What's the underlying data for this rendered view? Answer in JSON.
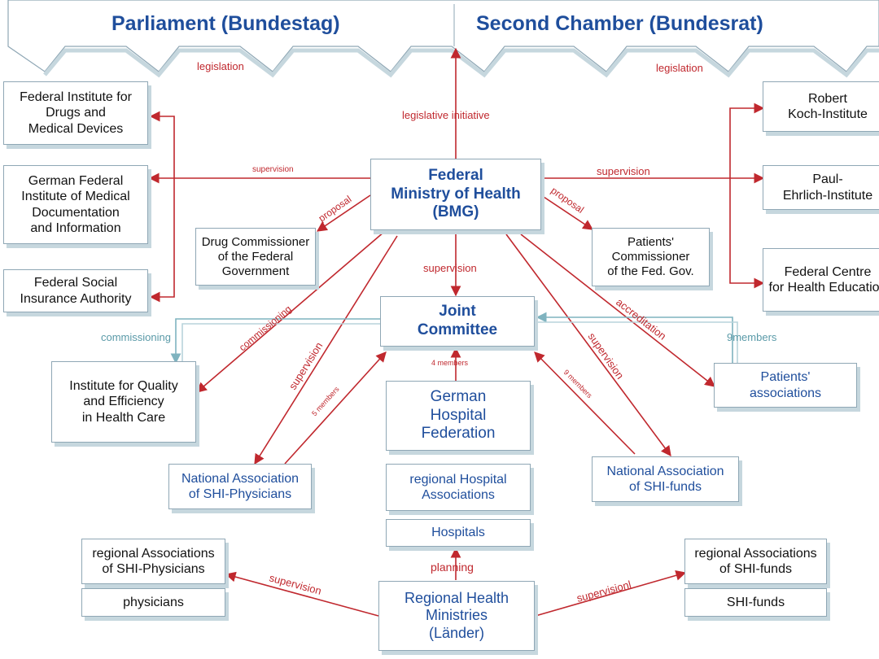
{
  "header": {
    "parliament": "Parliament (Bundestag)",
    "second_chamber": "Second Chamber (Bundesrat)"
  },
  "nodes": {
    "bmg": "Federal\nMinistry of Health\n(BMG)",
    "bfarm": "Federal Institute for\nDrugs and\nMedical Devices",
    "dimdi": "German Federal\nInstitute of Medical\nDocumentation\nand Information",
    "bva": "Federal Social\nInsurance Authority",
    "rki": "Robert\nKoch-Institute",
    "pei": "Paul-\nEhrlich-Institute",
    "bzga": "Federal Centre\nfor Health Education",
    "drug_commissioner": "Drug Commissioner\nof the Federal\nGovernment",
    "patients_commissioner": "Patients'\nCommissioner\nof the Fed. Gov.",
    "joint_committee": "Joint\nCommittee",
    "iqwig": "Institute for Quality\nand Efficiency\nin Health Care",
    "patients_associations": "Patients'\nassociations",
    "hospital_federation": "German\nHospital\nFederation",
    "regional_hospital_assoc": "regional Hospital\nAssociations",
    "hospitals": "Hospitals",
    "kbv": "National Association\nof SHI-Physicians",
    "gkv": "National Association\nof SHI-funds",
    "regional_shi_physicians": "regional Associations\nof SHI-Physicians",
    "physicians": "physicians",
    "regional_shi_funds": "regional Associations\nof SHI-funds",
    "shi_funds": "SHI-funds",
    "regional_ministries": "Regional Health\nMinistries\n(Länder)"
  },
  "edge_labels": {
    "legislation_left": "legislation",
    "legislation_right": "legislation",
    "legislative_initiative": "legislative initiative",
    "supervision_left": "supervision",
    "supervision_right": "supervision",
    "proposal_left": "proposal",
    "proposal_right": "proposal",
    "supervision_center": "supervision",
    "commissioning_red": "commissioning",
    "commissioning_teal": "commissioning",
    "supervision_kbv": "supervision",
    "five_members": "5 members",
    "four_members": "4 members",
    "nine_members_red": "9 members",
    "supervision_gkv": "supervision",
    "accreditation": "accreditation",
    "nine_members_teal": "9members",
    "planning": "planning",
    "supervision_bottom_left": "supervision",
    "supervision_bottom_right": "supervisionl"
  },
  "colors": {
    "red_arrow": "#c0282e",
    "teal_arrow": "#7fb3bf",
    "blue_text": "#1f4e9c",
    "box_border": "#8fa7b5"
  }
}
